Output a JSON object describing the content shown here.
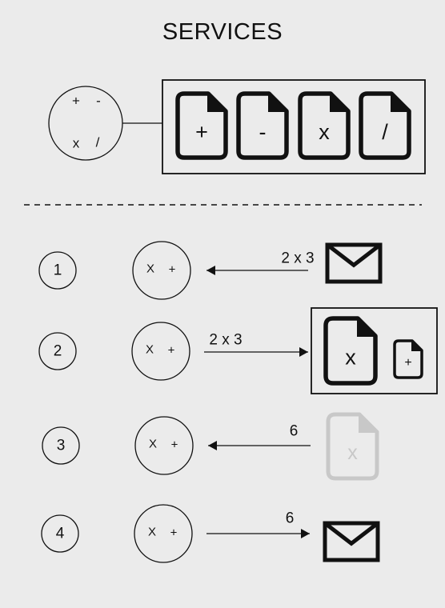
{
  "title": "SERVICES",
  "colors": {
    "ink": "#111111",
    "faded": "#c8c8c8",
    "background": "#ebebeb"
  },
  "service_hub": {
    "symbols": [
      "+",
      "-",
      "x",
      "/"
    ],
    "files": [
      {
        "name": "file-plus",
        "symbol": "+"
      },
      {
        "name": "file-minus",
        "symbol": "-"
      },
      {
        "name": "file-multiply",
        "symbol": "x"
      },
      {
        "name": "file-divide",
        "symbol": "/"
      }
    ]
  },
  "steps": [
    {
      "number": "1",
      "service_symbols": [
        "X",
        "+"
      ],
      "direction": "left",
      "label": "2 x 3",
      "target": "envelope-icon"
    },
    {
      "number": "2",
      "service_symbols": [
        "X",
        "+"
      ],
      "direction": "right",
      "label": "2 x 3",
      "target": "file-group",
      "files": [
        "x",
        "+"
      ]
    },
    {
      "number": "3",
      "service_symbols": [
        "X",
        "+"
      ],
      "direction": "left",
      "label": "6",
      "target": "faded-file-icon",
      "file_symbol": "x"
    },
    {
      "number": "4",
      "service_symbols": [
        "X",
        "+"
      ],
      "direction": "right",
      "label": "6",
      "target": "envelope-icon"
    }
  ]
}
